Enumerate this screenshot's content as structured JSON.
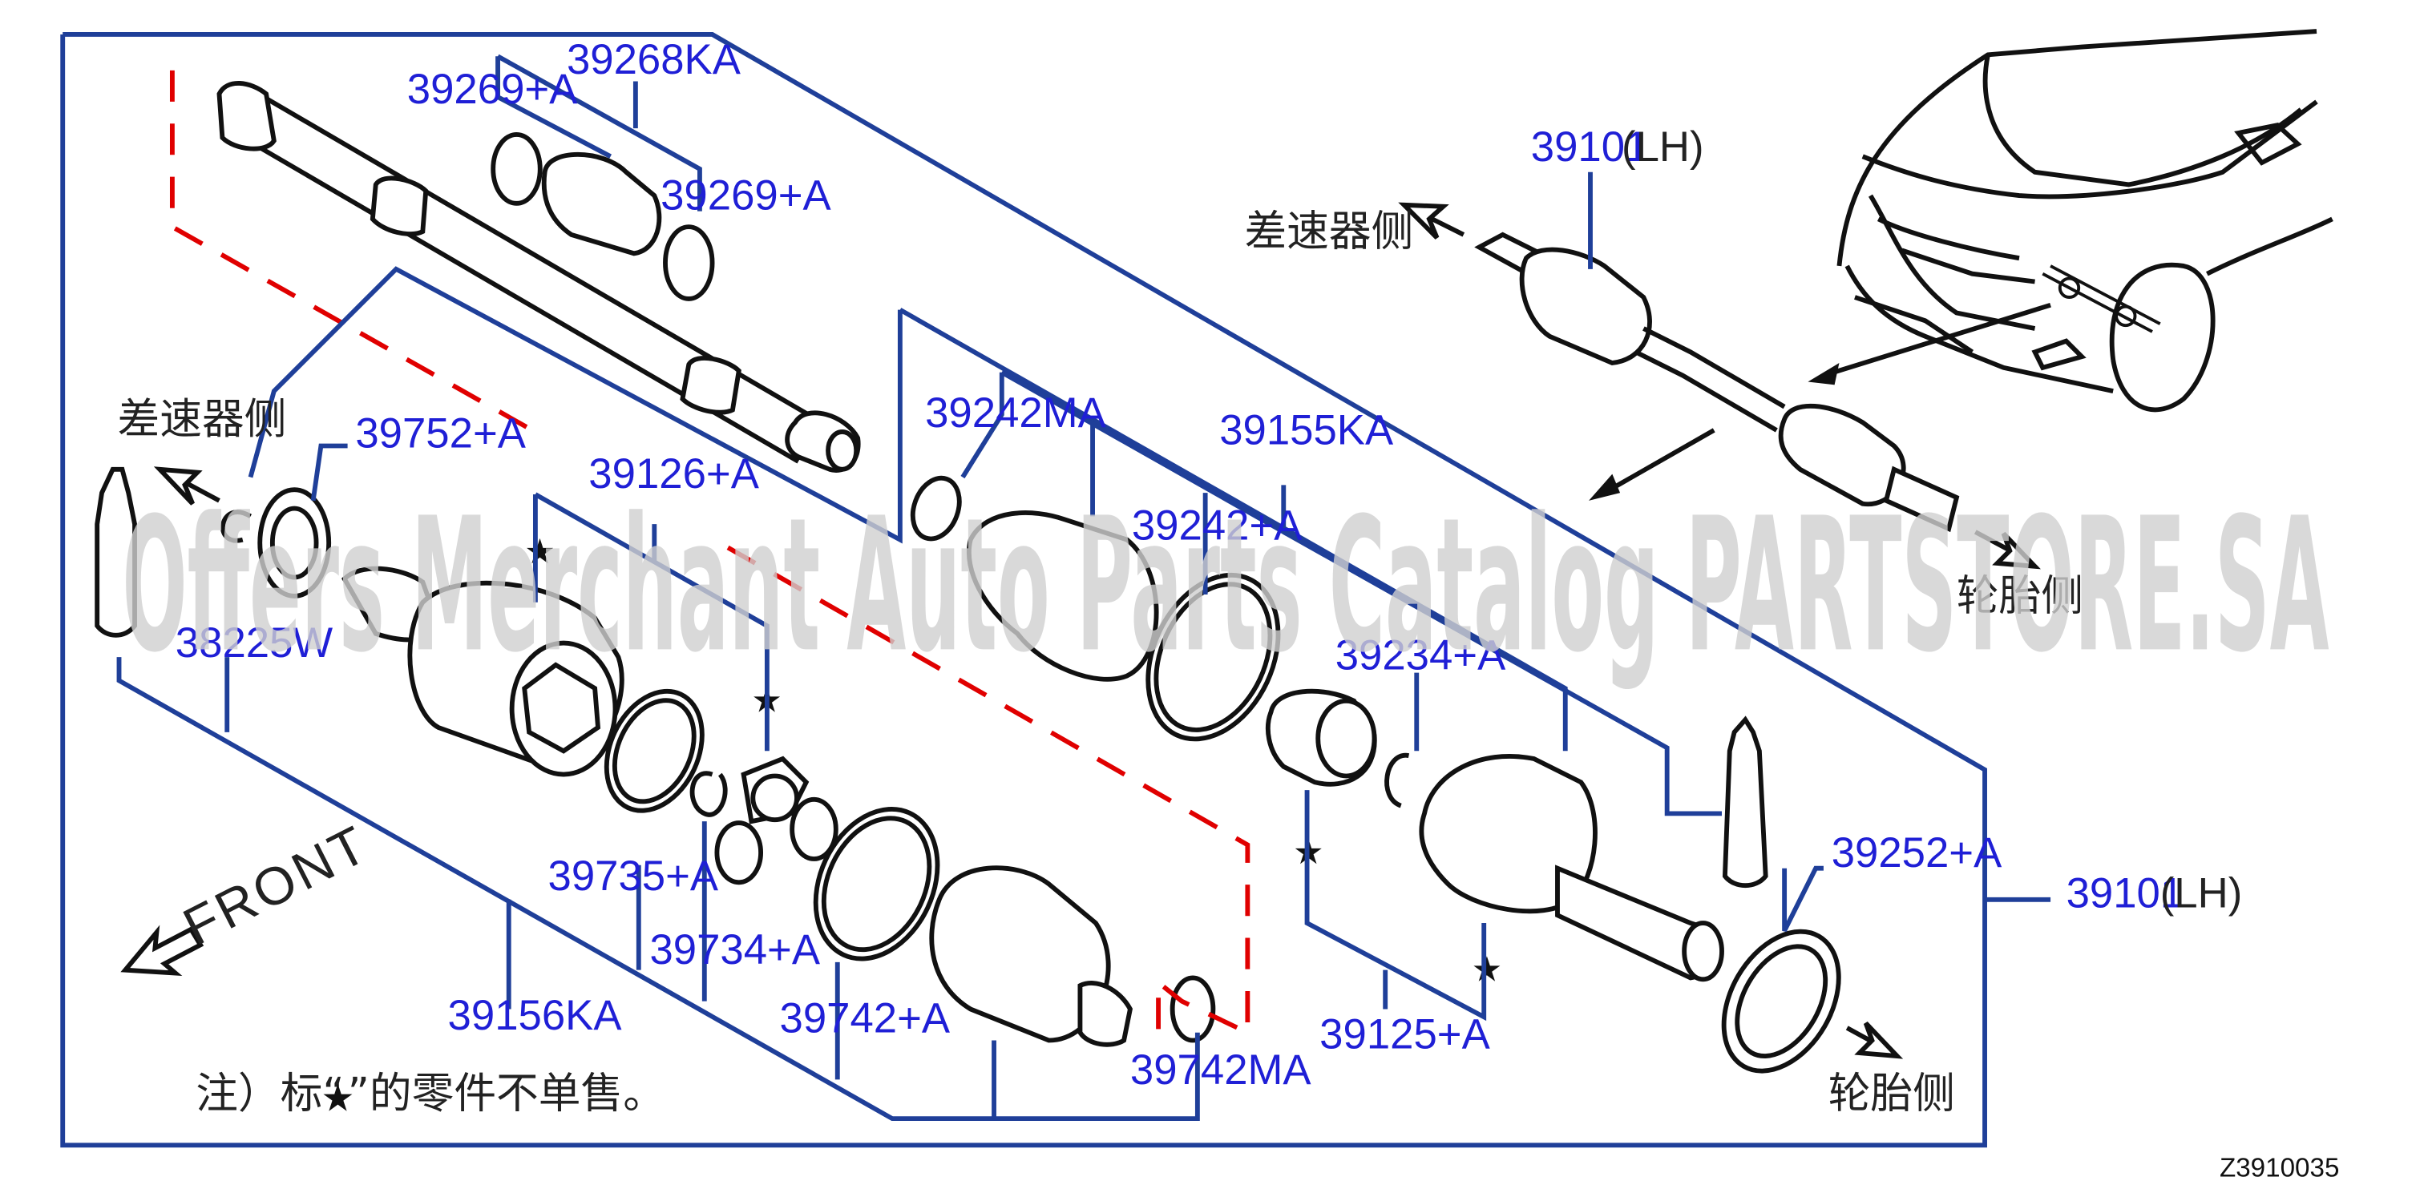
{
  "diagram_code": "Z3910035",
  "watermark": "Offers Merchant Auto Parts Catalog PARTSTORE.SA",
  "side_labels": {
    "differential_side": "差速器侧",
    "wheel_side": "轮胎侧"
  },
  "front_label": "FRONT",
  "note": {
    "prefix": "注）标“",
    "suffix": "”的零件不单售。"
  },
  "parts": {
    "p39268KA": "39268KA",
    "p39269A_top": "39269+A",
    "p39269A_right": "39269+A",
    "p39752A": "39752+A",
    "p38225W": "38225W",
    "p39126A": "39126+A",
    "p39242MA": "39242MA",
    "p39242A": "39242+A",
    "p39155KA": "39155KA",
    "p39234A": "39234+A",
    "p39735A": "39735+A",
    "p39734A": "39734+A",
    "p39156KA": "39156KA",
    "p39742A": "39742+A",
    "p39742MA": "39742MA",
    "p39125A": "39125+A",
    "p39252A": "39252+A",
    "p39101_main": "39101",
    "p39101_inset": "39101"
  },
  "lh_label": "(LH)",
  "colors": {
    "callout_line": "#1f3f99",
    "part_number": "#1f1fd6",
    "dashed_marker": "#e00000"
  }
}
